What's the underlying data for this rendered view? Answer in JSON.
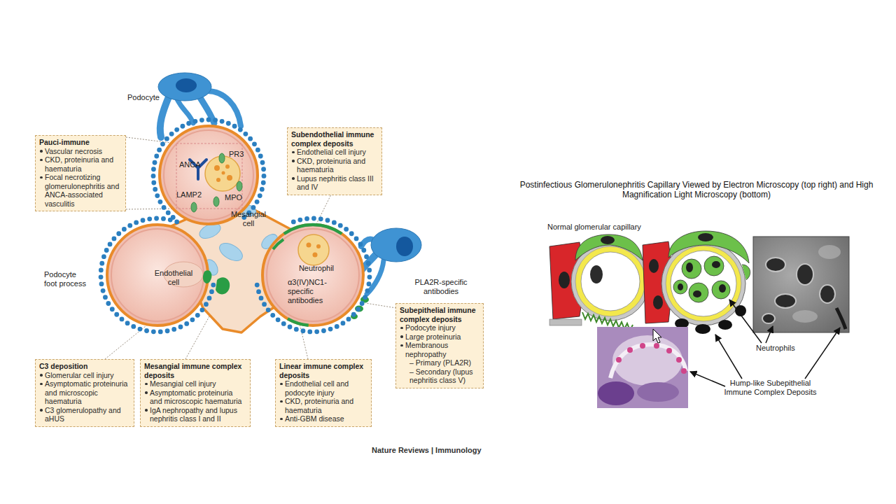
{
  "diagram": {
    "title": "Postinfectious Glomerulonephritis Capillary Viewed by Electron Microscopy (top right) and High Magnification Light Microscopy (bottom)",
    "nodes": [
      {
        "text": [
          "Pauci-immune",
          "Vascular necrosis",
          "CKD, proteinuria and haematuria",
          "Focal necrotizing glomerulonephritis and ANCA-associated vasculitis"
        ]
      },
      {
        "text": [
          "Subendothelial immune complex deposits",
          "Endothelial cell injury",
          "CKD, proteinuria and haematuria",
          "Lupus nephritis class III and IV"
        ]
      },
      {
        "text": [
          "Subepithelial immune complex deposits",
          "Podocyte injury",
          "Large proteinuria",
          "Membranous nephropathy",
          "– Primary (PLA2R)",
          "– Secondary (lupus nephritis class V)"
        ]
      },
      {
        "text": [
          "C3 deposition",
          "Glomerular cell injury",
          "Asymptomatic proteinuria and microscopic haematuria",
          "C3 glomerulopathy and aHUS"
        ]
      },
      {
        "text": [
          "Mesangial immune complex deposits",
          "Mesangial cell injury",
          "Asymptomatic proteinuria and microscopic haematuria",
          "IgA nephropathy and lupus nephritis class I and II"
        ]
      },
      {
        "text": [
          "Linear immune complex deposits",
          "Endothelial cell and podocyte injury",
          "CKD, proteinuria and haematuria",
          "Anti-GBM disease"
        ]
      }
    ],
    "labels": [
      "Podocyte",
      "ANCA",
      "PR3",
      "LAMP2",
      "MPO",
      "Mesangial cell",
      "Endothelial cell",
      "Neutrophil",
      "α3(IV)NC1-specific antibodies",
      "Podocyte foot process",
      "PLA2R-specific antibodies",
      "Nature Reviews | Immunology",
      "Normal glomerular capillary",
      "Neutrophils",
      "Hump-like Subepithelial Immune Complex Deposits"
    ]
  }
}
